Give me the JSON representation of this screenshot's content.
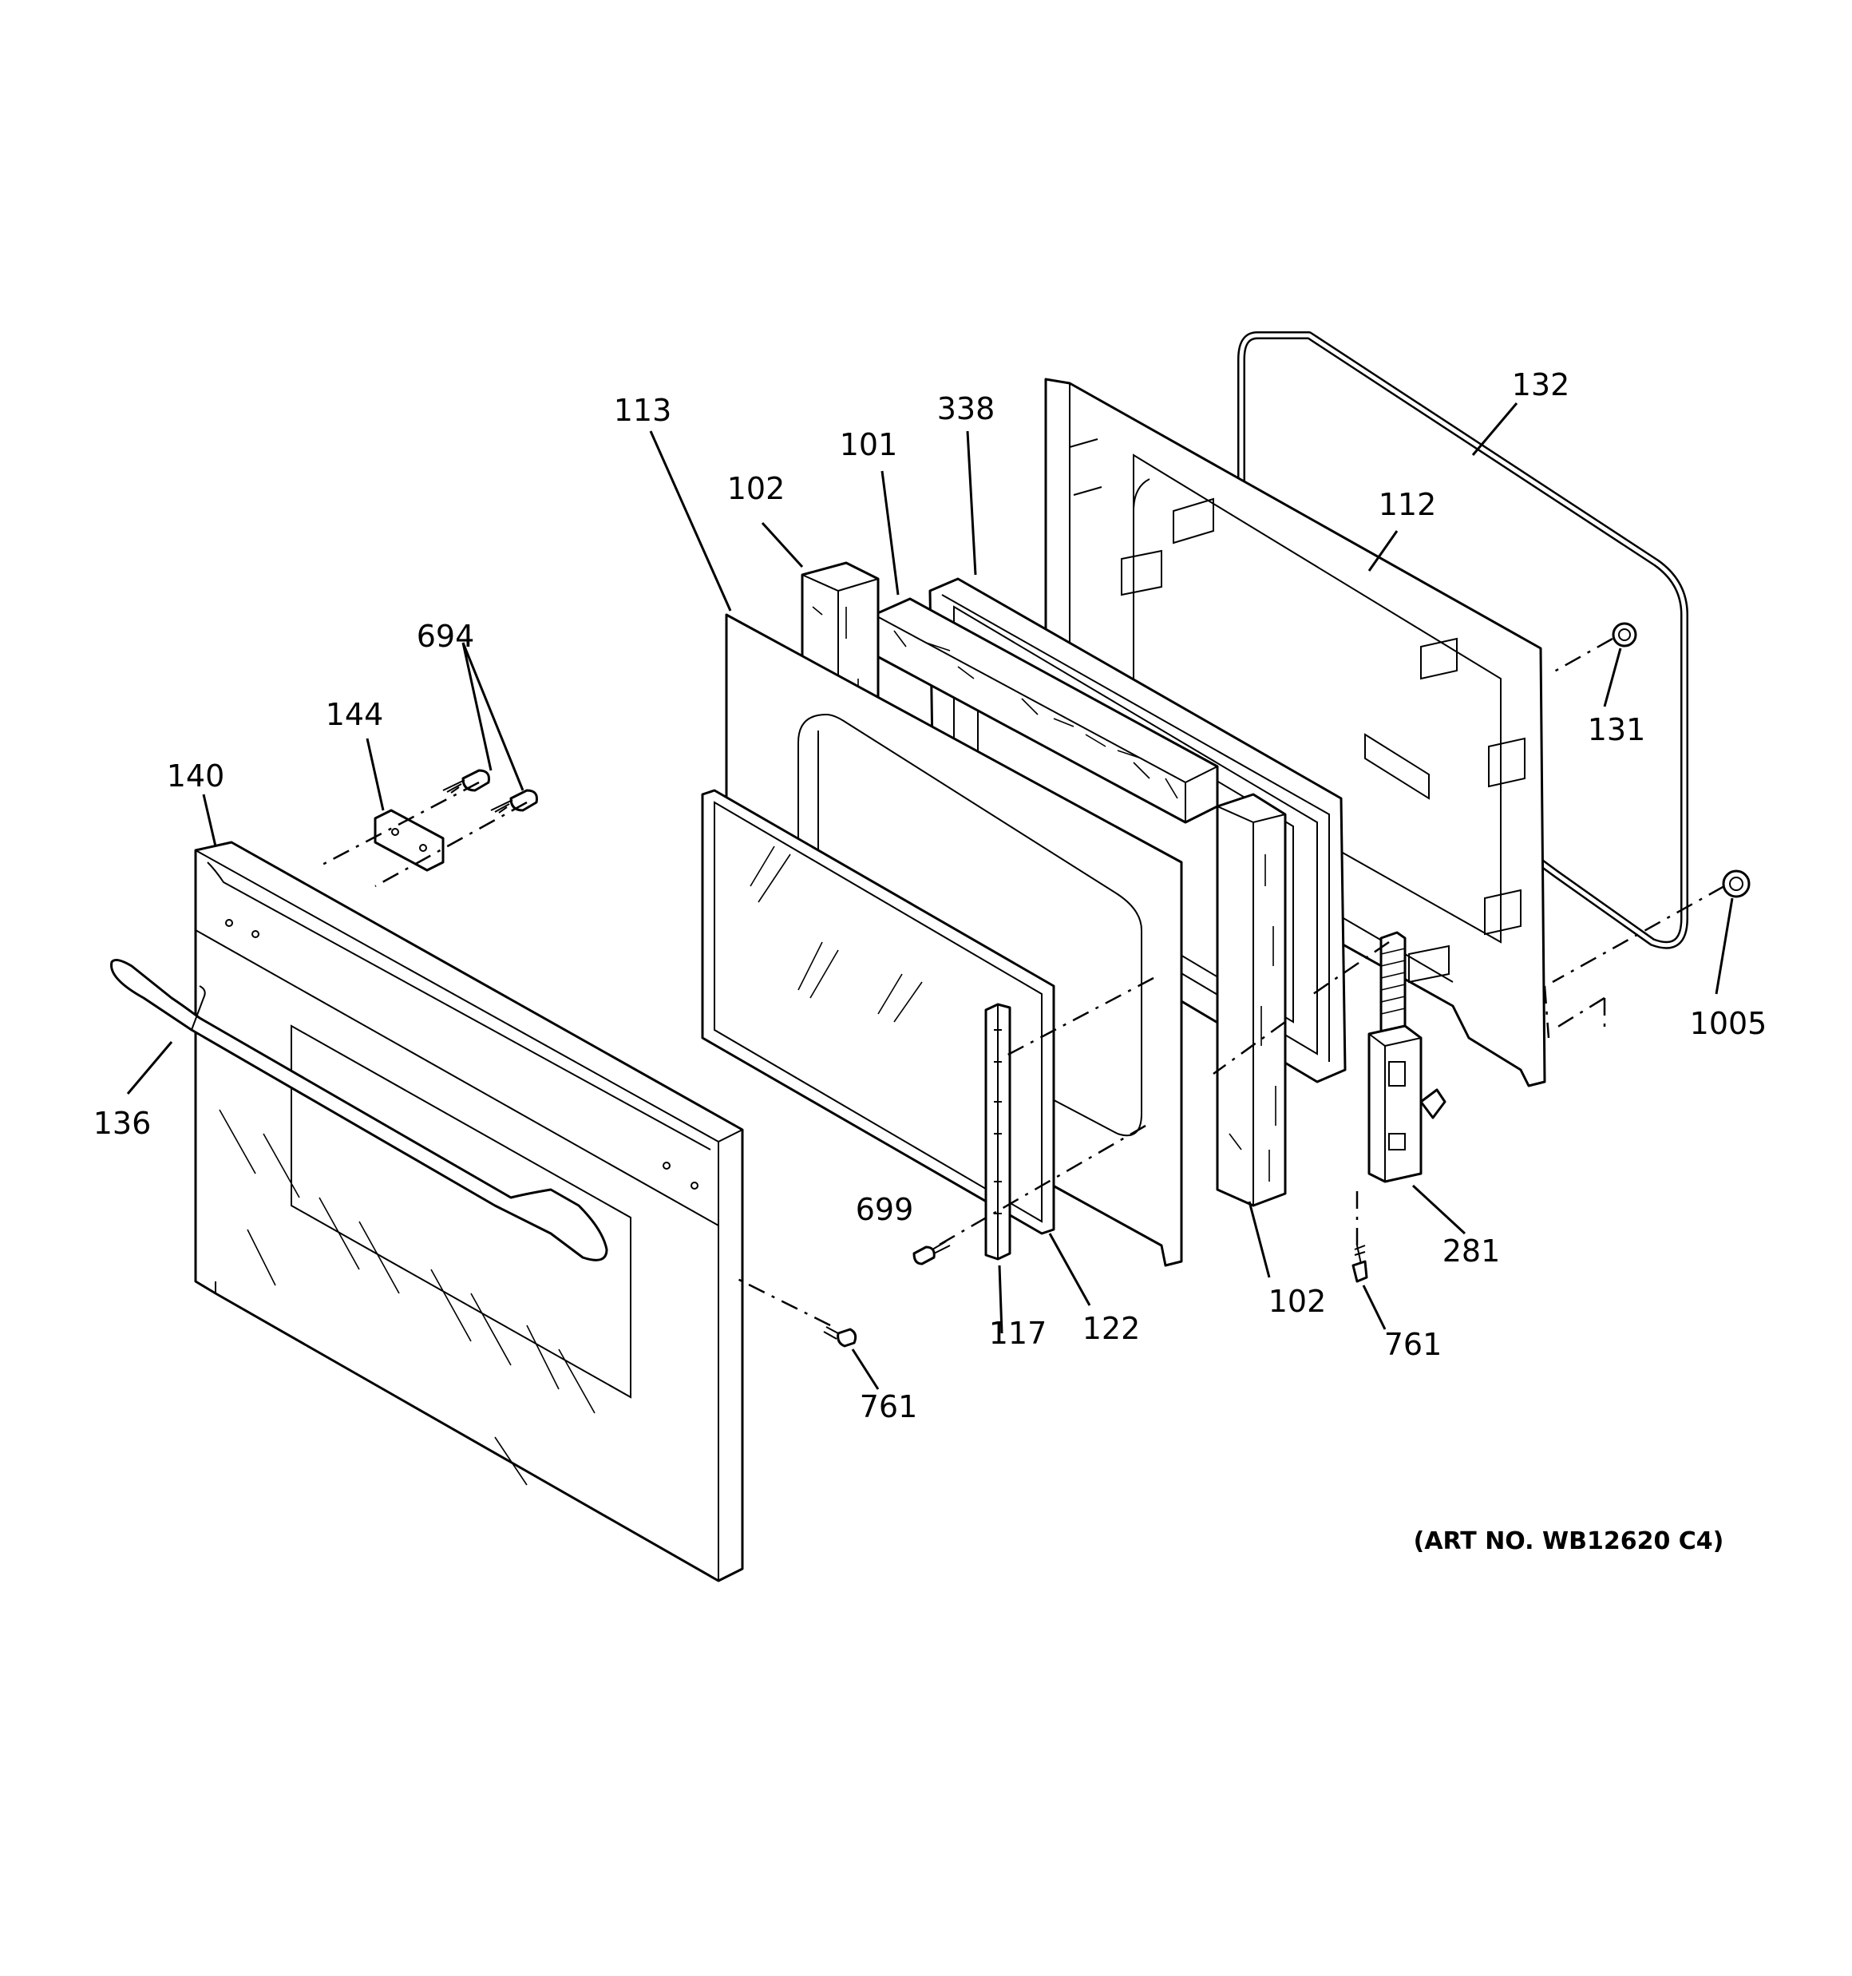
{
  "diagram": {
    "callouts": {
      "c132": "132",
      "c112": "112",
      "c131": "131",
      "c1005": "1005",
      "c338": "338",
      "c101": "101",
      "c113": "113",
      "c102a": "102",
      "c102b": "102",
      "c694": "694",
      "c144": "144",
      "c140": "140",
      "c136": "136",
      "c699": "699",
      "c117": "117",
      "c122": "122",
      "c281": "281",
      "c761a": "761",
      "c761b": "761"
    },
    "art_number": "(ART NO. WB12620 C4)"
  }
}
